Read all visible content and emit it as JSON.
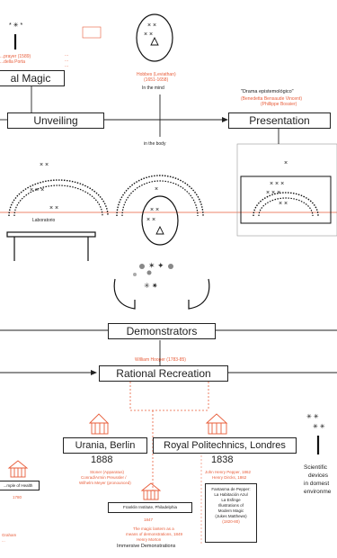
{
  "diagram": {
    "natural_magic_label": "al Magic",
    "unveiling_label": "Unveiling",
    "presentation_label": "Presentation",
    "demonstrators_label": "Demonstrators",
    "rational_recreation_label": "Rational Recreation",
    "urania_label": "Urania, Berlin",
    "urania_year": "1888",
    "royal_polytechnic_label": "Royal Politechnics, Londres",
    "royal_polytechnic_year": "1838",
    "in_the_mind": "In the mind",
    "in_the_body": "in the body",
    "laboratorio": "Laboratorio",
    "drama_title": "\"Drama epistemológico\"",
    "drama_sub": "(Benedetta Bensaude Vincent)",
    "drama_sub2": "(Phillippe Bossier)",
    "top_left_red_1": "...prayer (1589)",
    "top_left_red_2": "...della Porta",
    "top_center_red_1": "...",
    "top_center_red_2": "...",
    "top_center_red_3": "...",
    "head_red_1": "Hobbes (Leviathan)",
    "head_red_2": "(1651-1658)",
    "william_hooper": "William Hooper (1783-85)",
    "urania_red_1": "Stoner (Apparatus)",
    "urania_red_2": "Conrad/Armin Preussler /",
    "urania_red_3": "Wilhelm Meyer (pronounced)",
    "polytech_red_1": "John Henry Pepper, 1862",
    "polytech_red_2": "Henry Dircks, 1862",
    "pepper_1": "Fantasma de Pepper:",
    "pepper_2": "La Habitación Azul",
    "pepper_3": "La Esfinge",
    "pepper_4": "Illustrations of",
    "pepper_5": "Modern Magic",
    "pepper_6": "(Jukes Matthews)",
    "pepper_7": "(1820-80)",
    "franklin": "Franklin Institute, Philadelphia",
    "franklin_year": "1847",
    "franklin_red_1": "The magic lantern as a",
    "franklin_red_2": "means of demonstrations, 1849",
    "franklin_red_3": "Henry Morton",
    "immersive": "Immersive Demonstrations",
    "temple_of_health": "...mple of Health",
    "temple_year": "1780",
    "graham": "Graham",
    "left_bottom_red": "...",
    "scientific_1": "Scientific",
    "scientific_2": "devices",
    "scientific_3": "in domest",
    "scientific_4": "environme"
  }
}
